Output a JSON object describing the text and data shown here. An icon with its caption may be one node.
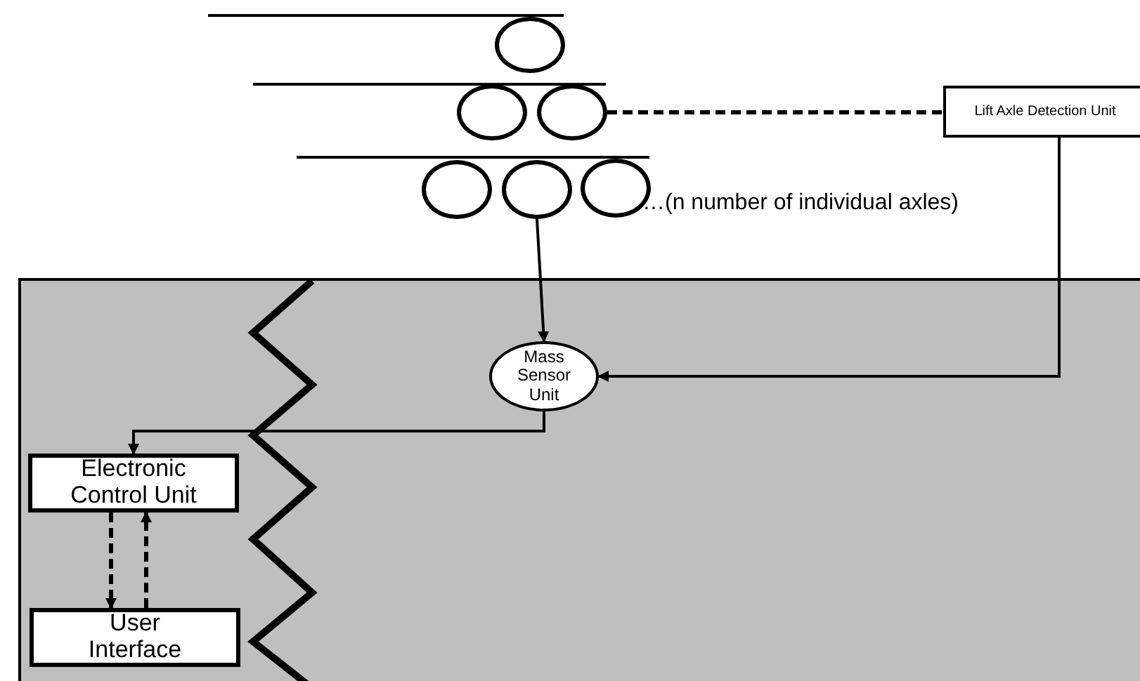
{
  "diagram": {
    "nodes": [
      {
        "text": [],
        "shape": "circle"
      },
      {
        "text": [],
        "shape": "circle"
      },
      {
        "text": [],
        "shape": "circle"
      },
      {
        "text": [
          "Lift Axle Detection Unit"
        ]
      },
      {
        "text": [],
        "shape": "circle"
      },
      {
        "text": [],
        "shape": "circle"
      },
      {
        "text": [],
        "shape": "circle"
      },
      {
        "text": [],
        "shape": "box"
      },
      {
        "text": [
          "Mass Sensor Unit"
        ],
        "in": 7
      },
      {
        "text": [
          "Electronic Control Unit"
        ],
        "in": 7
      },
      {
        "text": [
          "User Interface"
        ],
        "in": 7
      }
    ],
    "edges": [
      {
        "from": 2,
        "to": 3,
        "arrow": "none",
        "style": "dashed"
      },
      {
        "from": 5,
        "to": 8,
        "arrow": "to"
      },
      {
        "from": 3,
        "to": 8,
        "arrow": "to"
      },
      {
        "from": 8,
        "to": 9,
        "arrow": "to"
      },
      {
        "from": 9,
        "to": 10,
        "arrow": "to",
        "style": "dashed"
      },
      {
        "from": 10,
        "to": 9,
        "arrow": "to",
        "style": "dashed"
      }
    ],
    "labels": [
      "…(n number of individual axles)"
    ]
  }
}
